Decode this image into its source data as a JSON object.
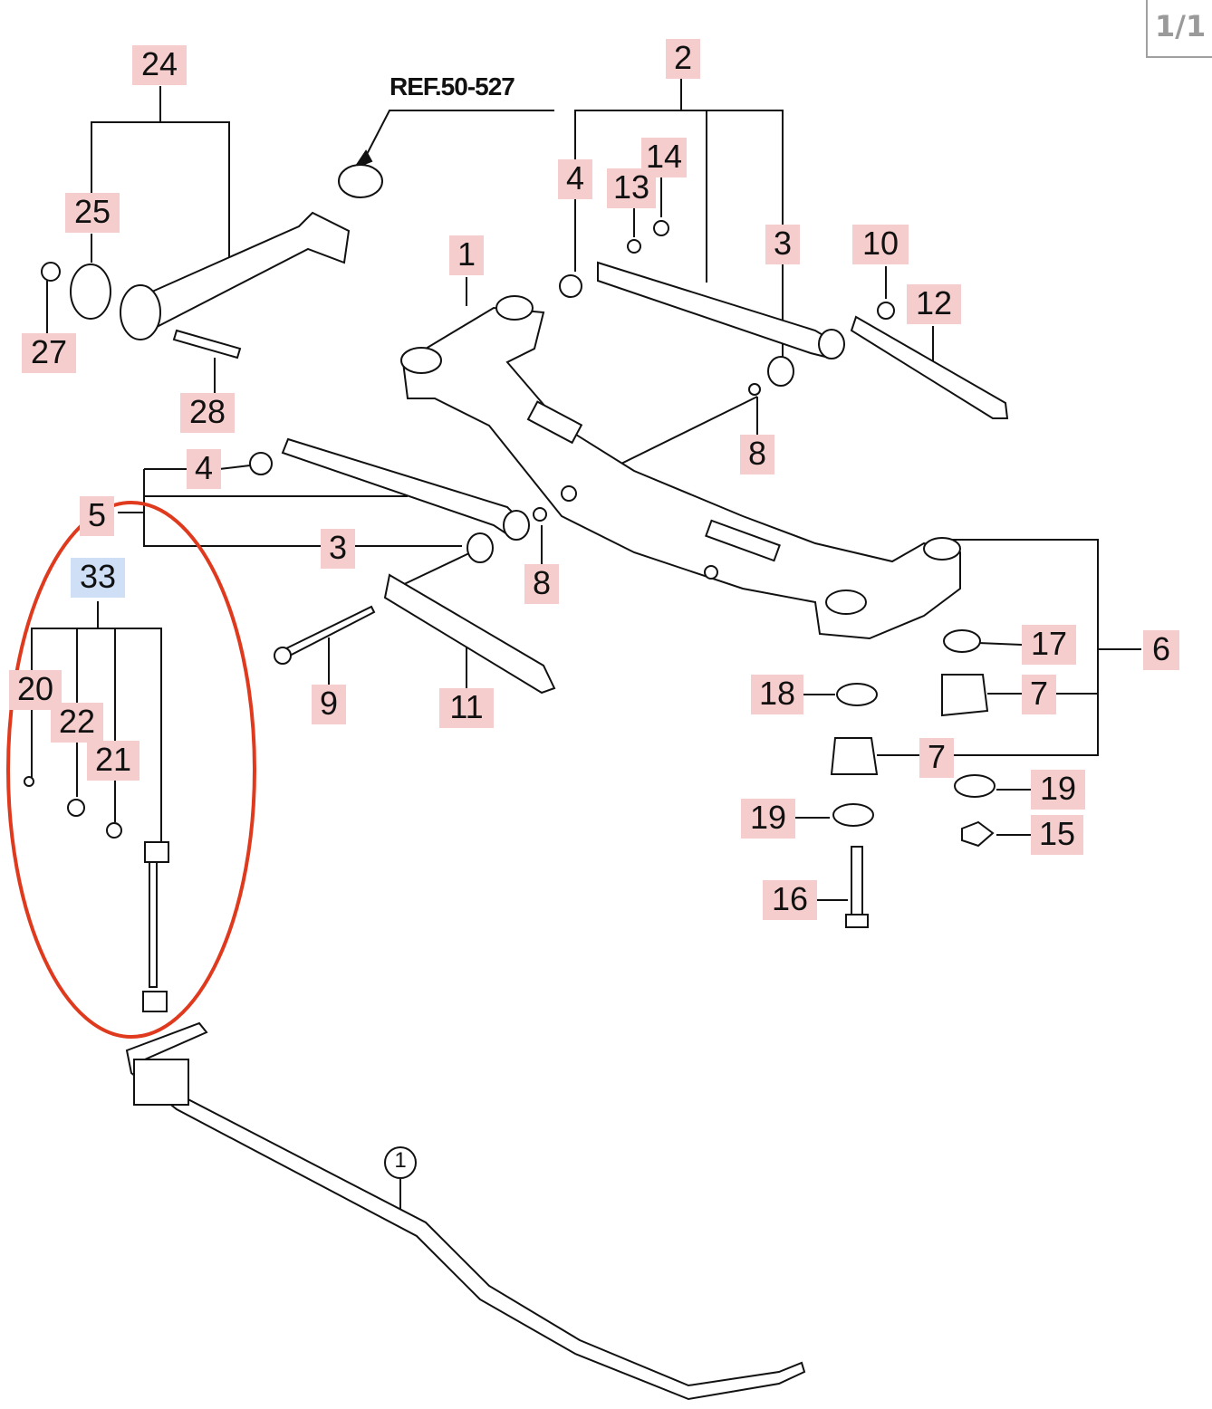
{
  "page_indicator": "1/1",
  "reference": "REF.50-527",
  "stabilizer_callout": "1",
  "callouts": {
    "c1": "1",
    "c2": "2",
    "c3a": "3",
    "c3b": "3",
    "c4a": "4",
    "c4b": "4",
    "c5": "5",
    "c6": "6",
    "c7a": "7",
    "c7b": "7",
    "c8a": "8",
    "c8b": "8",
    "c9": "9",
    "c10": "10",
    "c11": "11",
    "c12": "12",
    "c13": "13",
    "c14": "14",
    "c15": "15",
    "c16": "16",
    "c17": "17",
    "c18": "18",
    "c19a": "19",
    "c19b": "19",
    "c20": "20",
    "c21": "21",
    "c22": "22",
    "c24": "24",
    "c25": "25",
    "c27": "27",
    "c28": "28",
    "c33": "33"
  },
  "colors": {
    "part_label_bg": "#f6cdcd",
    "selected_label_bg": "#cfe0f6",
    "highlight_ring": "#e03a1e",
    "line": "#111111"
  }
}
